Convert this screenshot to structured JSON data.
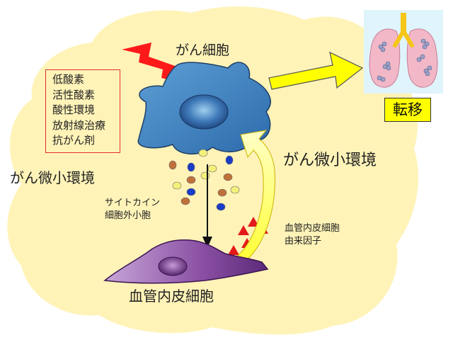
{
  "labels": {
    "cancer_cell": "がん細胞",
    "endothelial_cell": "血管内皮細胞",
    "microenv_left": "がん微小環境",
    "microenv_right": "がん微小環境",
    "cytokine_line1": "サイトカイン",
    "cytokine_line2": "細胞外小胞",
    "endo_factor_line1": "血管内皮細胞",
    "endo_factor_line2": "由来因子",
    "metastasis": "転移"
  },
  "stress_factors": [
    "低酸素",
    "活性酸素",
    "酸性環境",
    "放射線治療",
    "抗がん剤"
  ],
  "colors": {
    "microenvironment": "#fff3b8",
    "cancer_cell": "#3f7fbf",
    "endothelial_cell": "#8a4fa3",
    "stress_bolt": "#ff1a1a",
    "metastasis_arrow": "#ffff00",
    "box_border": "#e03030",
    "lung_bg": "#dff4fb"
  },
  "icons": {
    "stress": "lightning-bolt-icon",
    "lungs": "lungs-icon"
  }
}
